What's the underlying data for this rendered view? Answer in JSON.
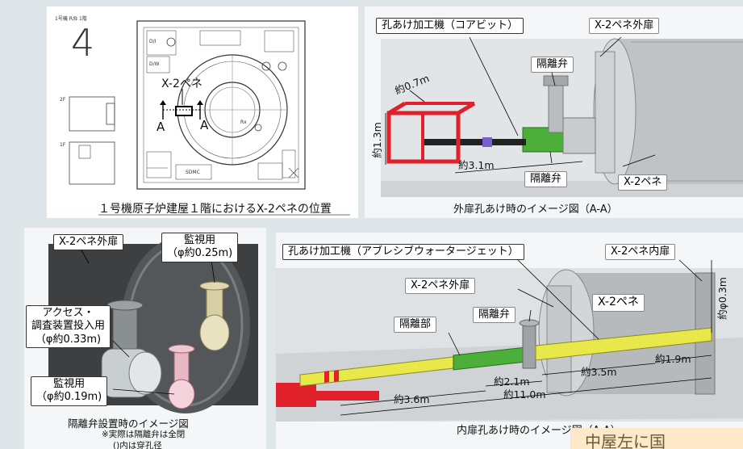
{
  "panel_map": {
    "page_number": "4",
    "header_small": "1号機 R/B 1階",
    "label_2f": "2F",
    "label_1f": "1F",
    "penetration_label": "X-2ペネ",
    "section_a1": "A",
    "section_a2": "A",
    "label_d1": "D/I",
    "label_d2": "D/W",
    "label_rx": "Rx",
    "label_sdmc": "SDMC",
    "caption": "１号機原子炉建屋１階におけるX-2ペネの位置"
  },
  "panel_outer": {
    "machine_label": "孔あけ加工機（コアビット）",
    "door_label": "X-2ペネ外扉",
    "valve_label_top": "隔離弁",
    "valve_label_bottom": "隔離弁",
    "pene_label": "X-2ペネ",
    "dim_depth": "約0.7m",
    "dim_height": "約1.3m",
    "dim_length": "約3.1m",
    "caption": "外扉孔あけ時のイメージ図（A-A）"
  },
  "panel_valve": {
    "door_label": "X-2ペネ外扉",
    "monitor_top": "監視用\n（φ約0.25m)",
    "access_label": "アクセス・\n調査装置投入用\n（φ約0.33m)",
    "monitor_bottom": "監視用\n（φ約0.19m)",
    "caption": "隔離弁設置時のイメージ図",
    "note1": "※実際は隔離弁は全閉",
    "note2": "()内は穿孔径"
  },
  "panel_inner": {
    "machine_label": "孔あけ加工機（アブレシブウォータージェット）",
    "inner_door_label": "X-2ペネ内扉",
    "outer_door_label": "X-2ペネ外扉",
    "valve_label": "隔離弁",
    "isolation_label": "隔離部",
    "pene_label": "X-2ペネ",
    "dim_diameter": "約φ0.3m",
    "dim_a": "約2.1m",
    "dim_b": "約3.5m",
    "dim_c": "約1.9m",
    "dim_d": "約3.6m",
    "dim_e": "約11.0m",
    "caption": "内扉孔あけ時のイメージ図（A-A）"
  },
  "stamp": {
    "text": "中屋左に国"
  },
  "colors": {
    "frame_red": "#e0202a",
    "pipe_yellow": "#e8e84a",
    "pipe_green": "#4caf3a",
    "background": "#dfe6ea"
  }
}
